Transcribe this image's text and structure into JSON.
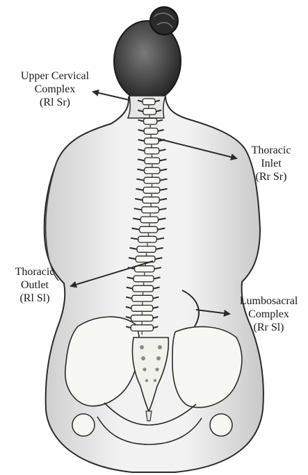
{
  "labels": {
    "upper_cervical": {
      "line1": "Upper Cervical",
      "line2": "Complex",
      "line3": "(Rl Sr)"
    },
    "thoracic_inlet": {
      "line1": "Thoracic",
      "line2": "Inlet",
      "line3": "(Rr Sr)"
    },
    "thoracic_outlet": {
      "line1": "Thoracic",
      "line2": "Outlet",
      "line3": "(Rl Sl)"
    },
    "lumbosacral": {
      "line1": "Lumbosacral",
      "line2": "Complex",
      "line3": "(Rr Sl)"
    }
  },
  "colors": {
    "skin_fill": "#eeeeee",
    "outline": "#2a2a2a",
    "bone": "#f7f7f3",
    "shade": "#b9b9b9",
    "text": "#1a1a1a"
  }
}
